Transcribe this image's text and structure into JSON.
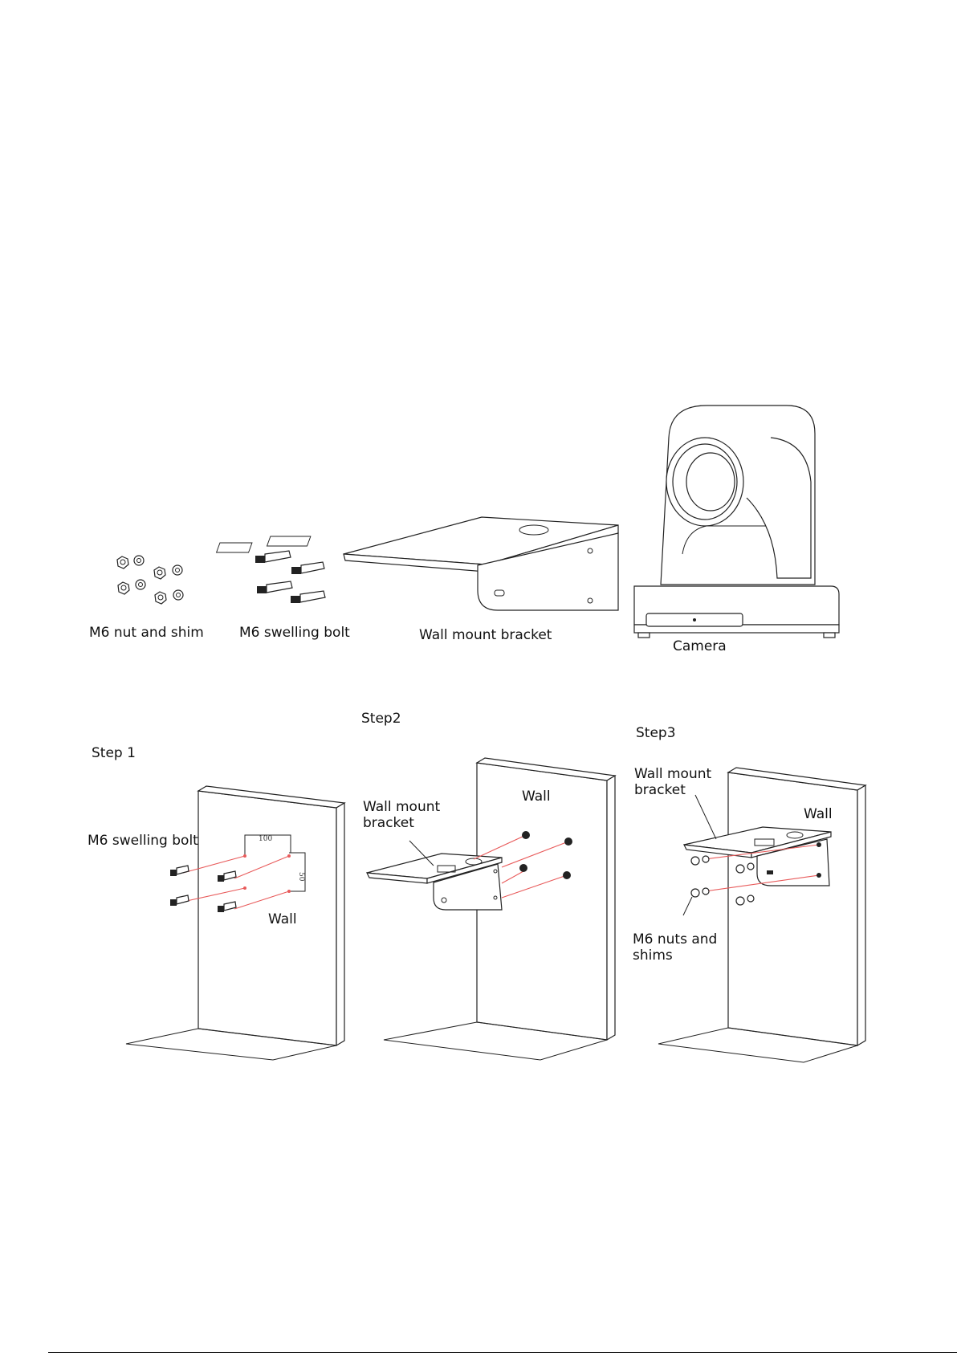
{
  "components": {
    "nut_label": "M6 nut and shim",
    "bolt_label": "M6 swelling bolt",
    "bracket_label": "Wall mount bracket",
    "camera_label": "Camera"
  },
  "step1": {
    "title": "Step 1",
    "bolt_label": "M6 swelling bolt",
    "wall_label": "Wall",
    "dim_horizontal": "100",
    "dim_vertical": "50"
  },
  "step2": {
    "title": "Step2",
    "bracket_label": "Wall mount bracket",
    "wall_label": "Wall"
  },
  "step3": {
    "title": "Step3",
    "bracket_label": "Wall mount bracket",
    "wall_label": "Wall",
    "nuts_label": "M6 nuts and shims"
  }
}
